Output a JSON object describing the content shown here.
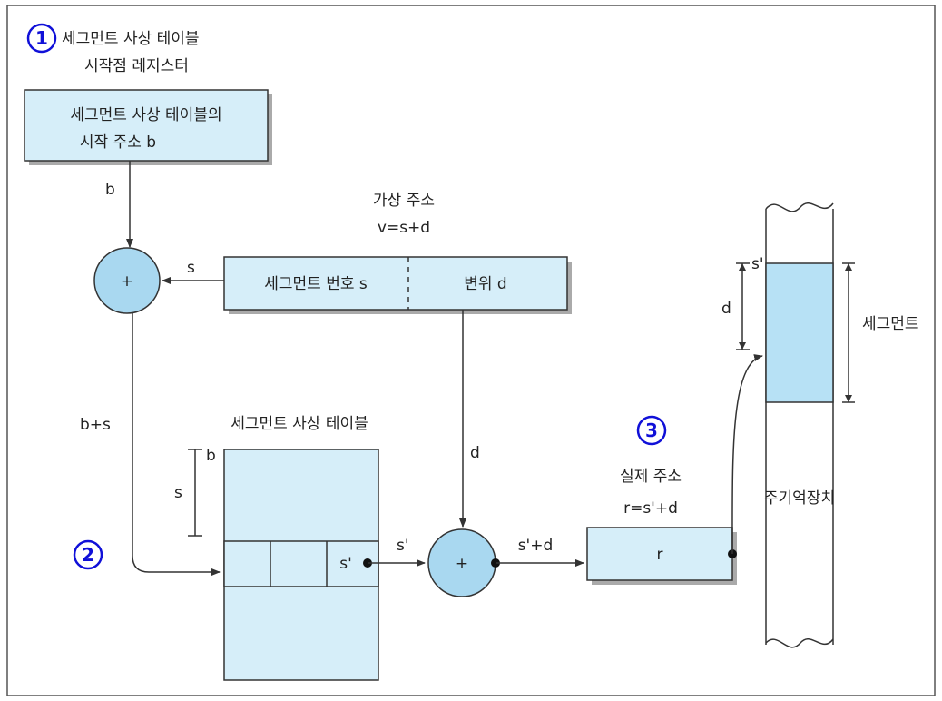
{
  "labels": {
    "reg_title_line1": "세그먼트 사상 테이블",
    "reg_title_line2": "시작점 레지스터",
    "reg_box_line1": "세그먼트 사상 테이블의",
    "reg_box_line2": "시작 주소 b",
    "b_arrow": "b",
    "va_title_line1": "가상 주소",
    "va_title_line2": "v=s+d",
    "s_arrow": "s",
    "seg_number": "세그먼트 번호 s",
    "offset": "변위 d",
    "plus1": "+",
    "plus2": "+",
    "b_plus_s": "b+s",
    "table_title": "세그먼트 사상 테이블",
    "table_b": "b",
    "table_s": "s",
    "table_entry": "s'",
    "d_arrow": "d",
    "s_prime_arrow": "s'",
    "s_prime_plus_d": "s'+d",
    "real_title_line1": "실제 주소",
    "real_title_line2": "r=s'+d",
    "real_box": "r",
    "mem_s_prime": "s'",
    "mem_d": "d",
    "mem_segment": "세그먼트",
    "mem_title": "주기억장치"
  },
  "markers": {
    "m1": "1",
    "m2": "2",
    "m3": "3"
  },
  "colors": {
    "box_fill": "#d6eef9",
    "adder_fill": "#a9d8f0",
    "segment_fill": "#b7e1f5",
    "marker": "#1010d8",
    "line": "#333333"
  }
}
